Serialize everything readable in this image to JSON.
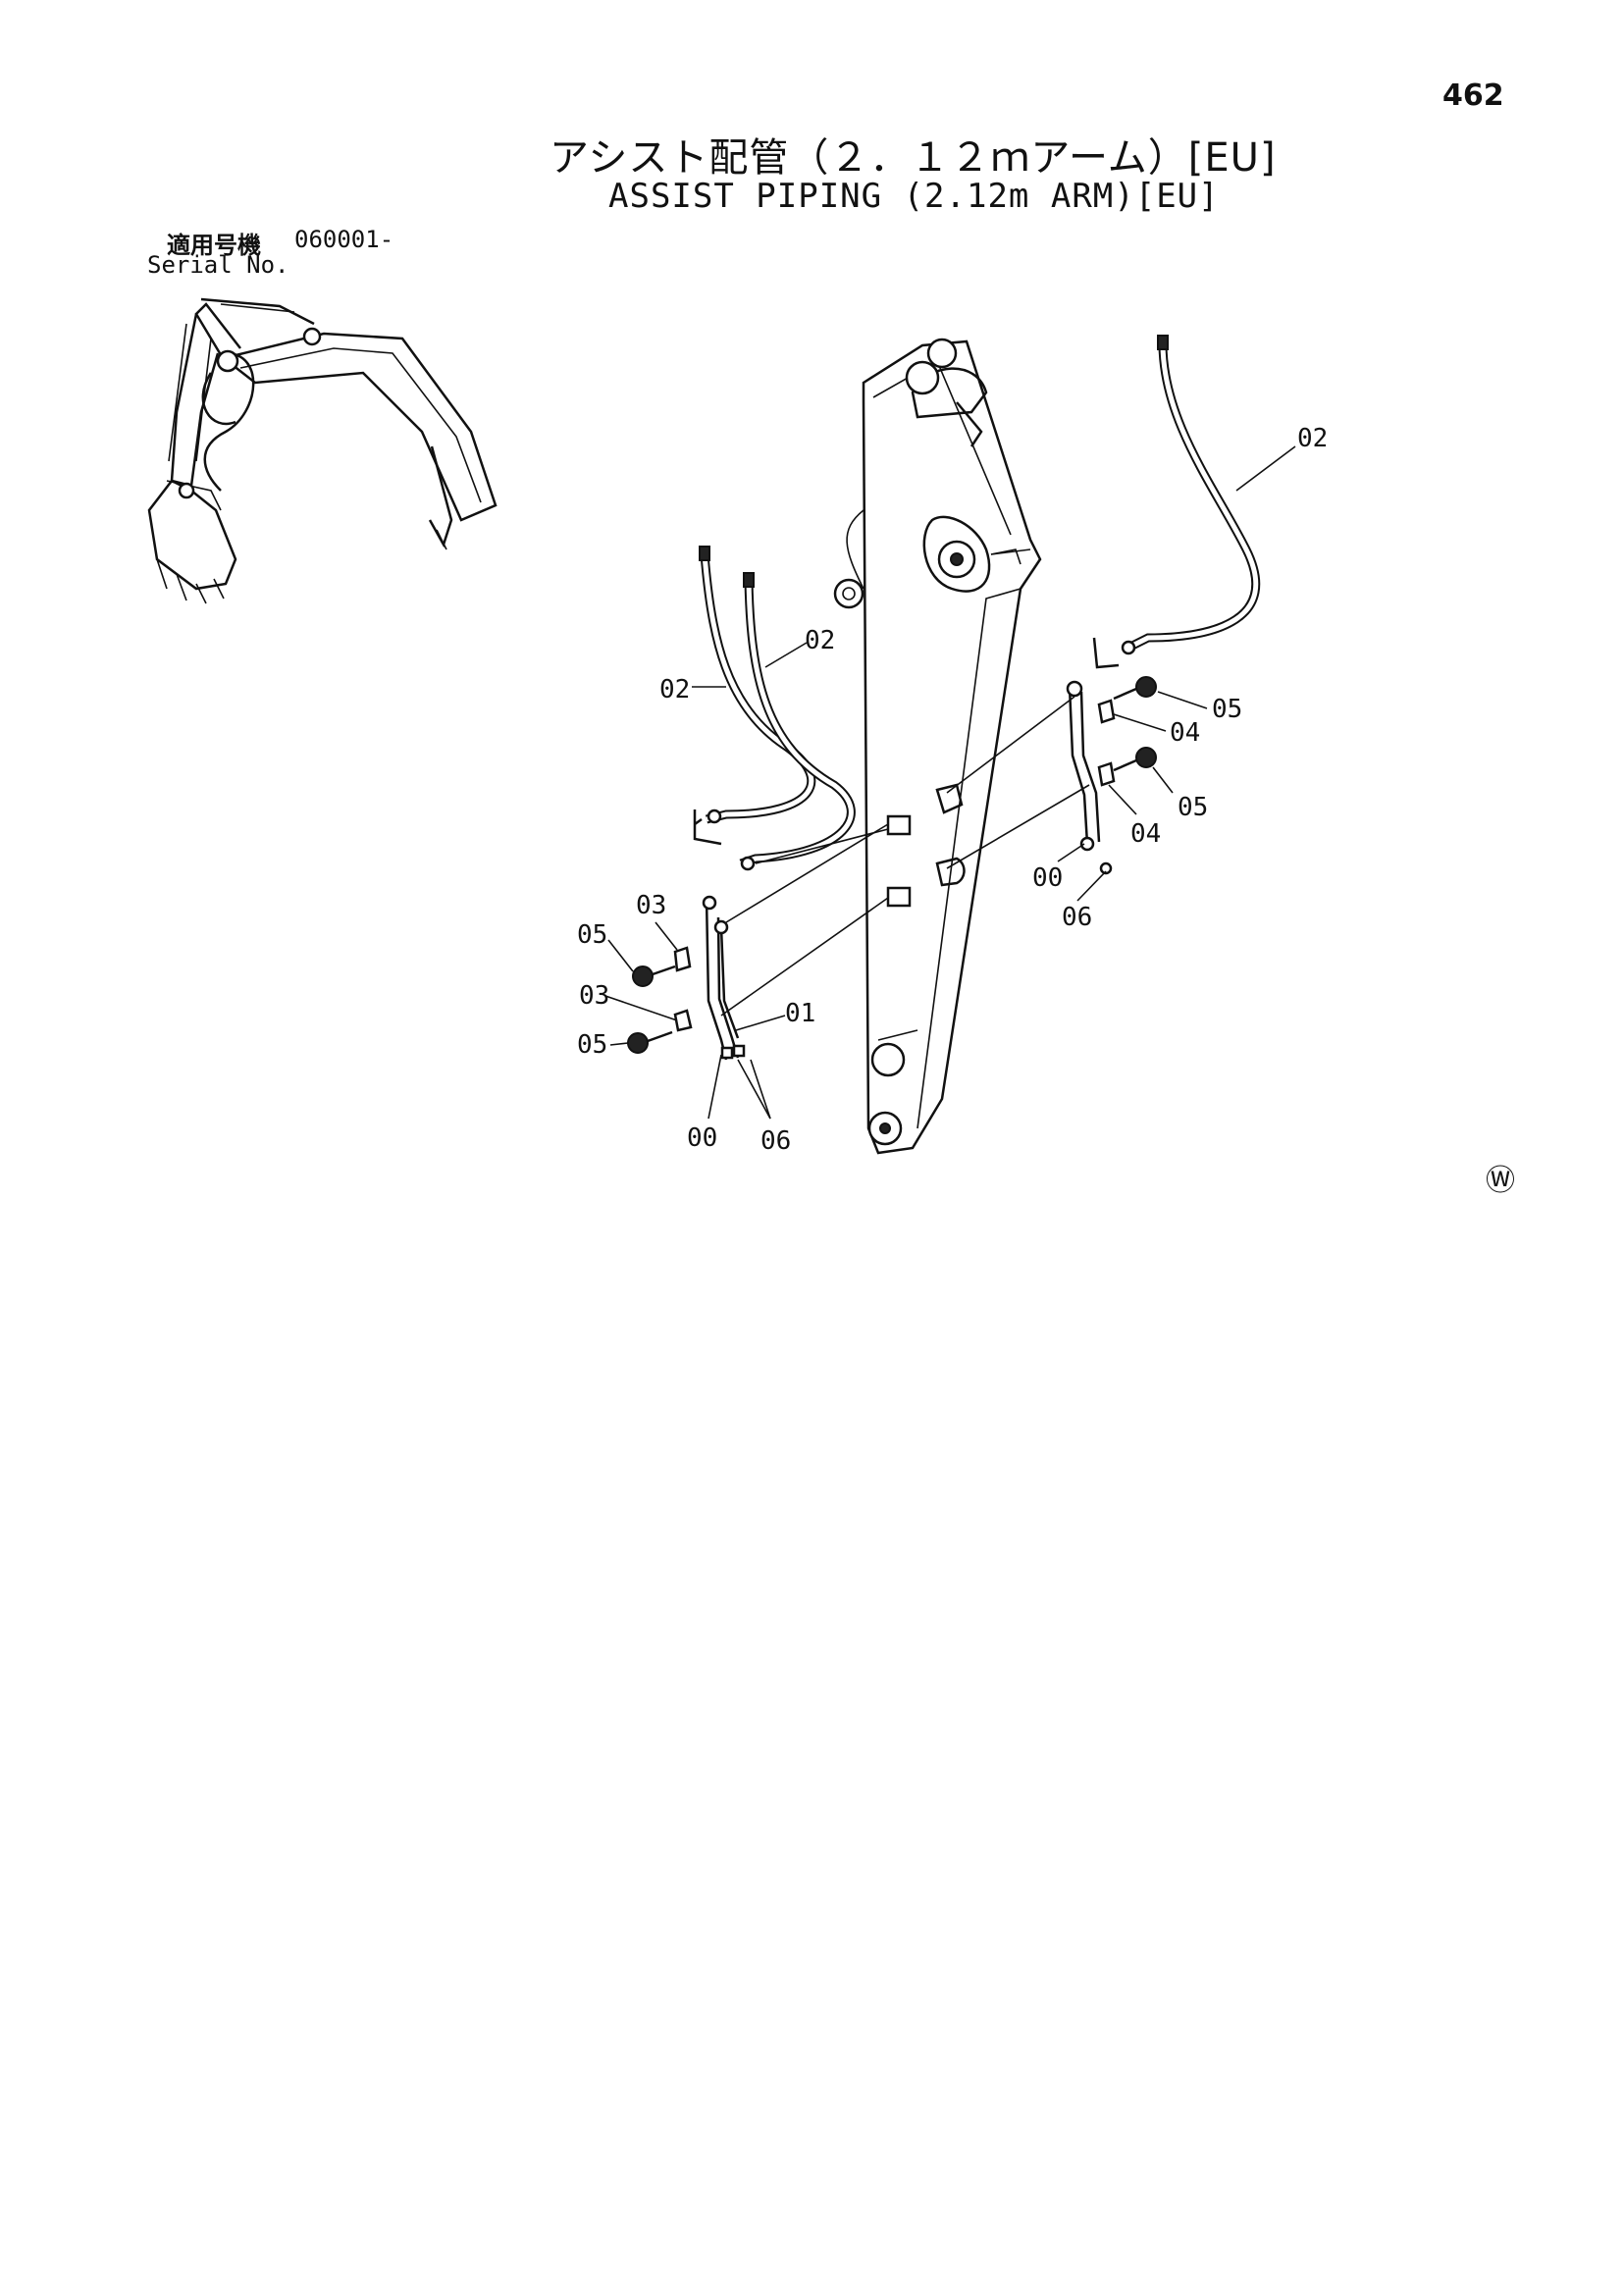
{
  "page": {
    "number": "462",
    "title_jp": "アシスト配管（２．１２ｍアーム）[EU]",
    "title_en": "ASSIST PIPING (2.12m ARM)[EU]",
    "serial_label_jp": "適用号機",
    "serial_value": "060001-",
    "serial_label_en": "Serial No.",
    "symbol": "Ⓦ"
  },
  "callouts": [
    {
      "id": "02-top-right",
      "label": "02"
    },
    {
      "id": "02-center",
      "label": "02"
    },
    {
      "id": "02-left",
      "label": "02"
    },
    {
      "id": "05-right-top",
      "label": "05"
    },
    {
      "id": "04-right-top",
      "label": "04"
    },
    {
      "id": "05-right-mid",
      "label": "05"
    },
    {
      "id": "04-right-mid",
      "label": "04"
    },
    {
      "id": "00-right",
      "label": "00"
    },
    {
      "id": "06-right",
      "label": "06"
    },
    {
      "id": "03-left-top",
      "label": "03"
    },
    {
      "id": "05-left-top",
      "label": "05"
    },
    {
      "id": "03-left-mid",
      "label": "03"
    },
    {
      "id": "01-left",
      "label": "01"
    },
    {
      "id": "05-left-bottom",
      "label": "05"
    },
    {
      "id": "00-left",
      "label": "00"
    },
    {
      "id": "06-left",
      "label": "06"
    }
  ]
}
